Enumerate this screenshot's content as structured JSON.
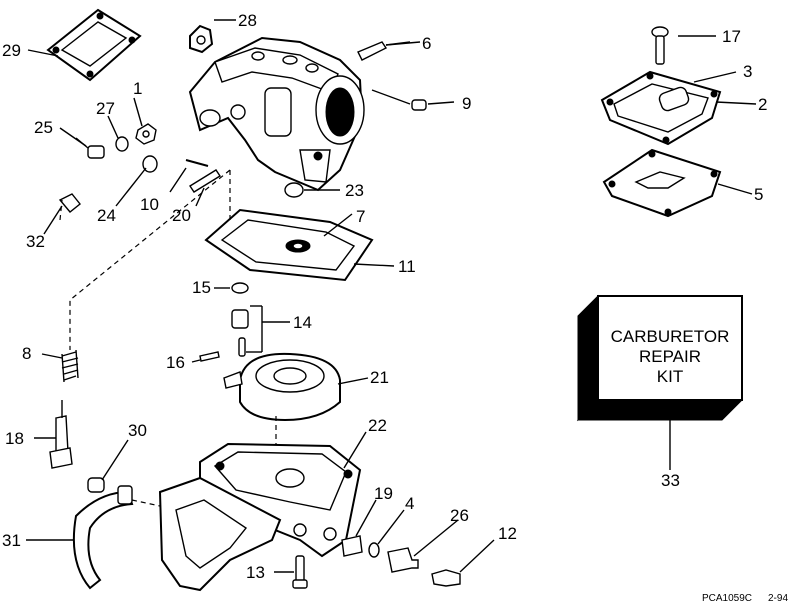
{
  "callouts": [
    "1",
    "2",
    "3",
    "4",
    "5",
    "6",
    "7",
    "8",
    "9",
    "10",
    "11",
    "12",
    "13",
    "14",
    "15",
    "16",
    "17",
    "18",
    "19",
    "20",
    "21",
    "22",
    "23",
    "24",
    "25",
    "26",
    "27",
    "28",
    "29",
    "30",
    "31",
    "32",
    "33"
  ],
  "kit_box": {
    "line1": "CARBURETOR",
    "line2": "REPAIR",
    "line3": "KIT"
  },
  "figure_code": "PCA1059C",
  "figure_date": "2-94"
}
